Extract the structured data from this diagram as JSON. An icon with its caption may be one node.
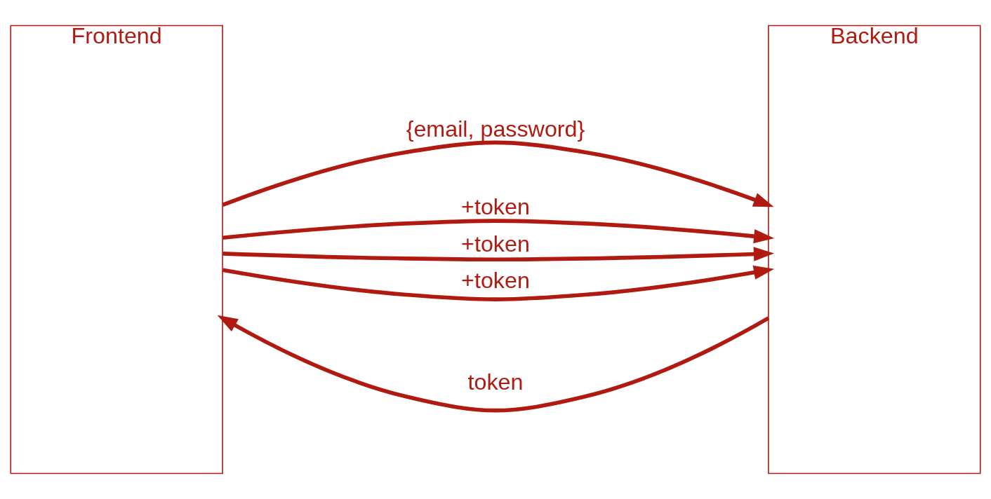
{
  "diagram": {
    "nodes": [
      {
        "text": [
          "Frontend"
        ]
      },
      {
        "text": [
          "Backend"
        ]
      }
    ],
    "edges": [
      {
        "from": 0,
        "to": 1,
        "arrow": "to",
        "label": "{email, password}"
      },
      {
        "from": 1,
        "to": 0,
        "arrow": "to",
        "label": "token"
      },
      {
        "from": 0,
        "to": 1,
        "arrow": "to",
        "label": "+token"
      },
      {
        "from": 0,
        "to": 1,
        "arrow": "to",
        "label": "+token"
      },
      {
        "from": 0,
        "to": 1,
        "arrow": "to",
        "label": "+token"
      }
    ]
  }
}
